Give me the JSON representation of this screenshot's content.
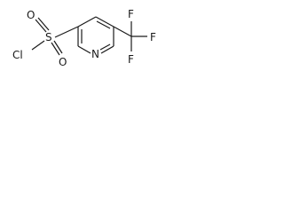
{
  "molecule": {
    "atoms": {
      "sulfonyl_oxygen_top": "O",
      "sulfonyl_oxygen_bottom": "O",
      "sulfur": "S",
      "chlorine": "Cl",
      "ring_nitrogen": "N",
      "fluorine_right": "F",
      "fluorine_top": "F",
      "fluorine_bottom": "F"
    },
    "colors": {
      "bond": "#1a1a1a",
      "label": "#1a1a1a",
      "background": "#ffffff"
    }
  }
}
